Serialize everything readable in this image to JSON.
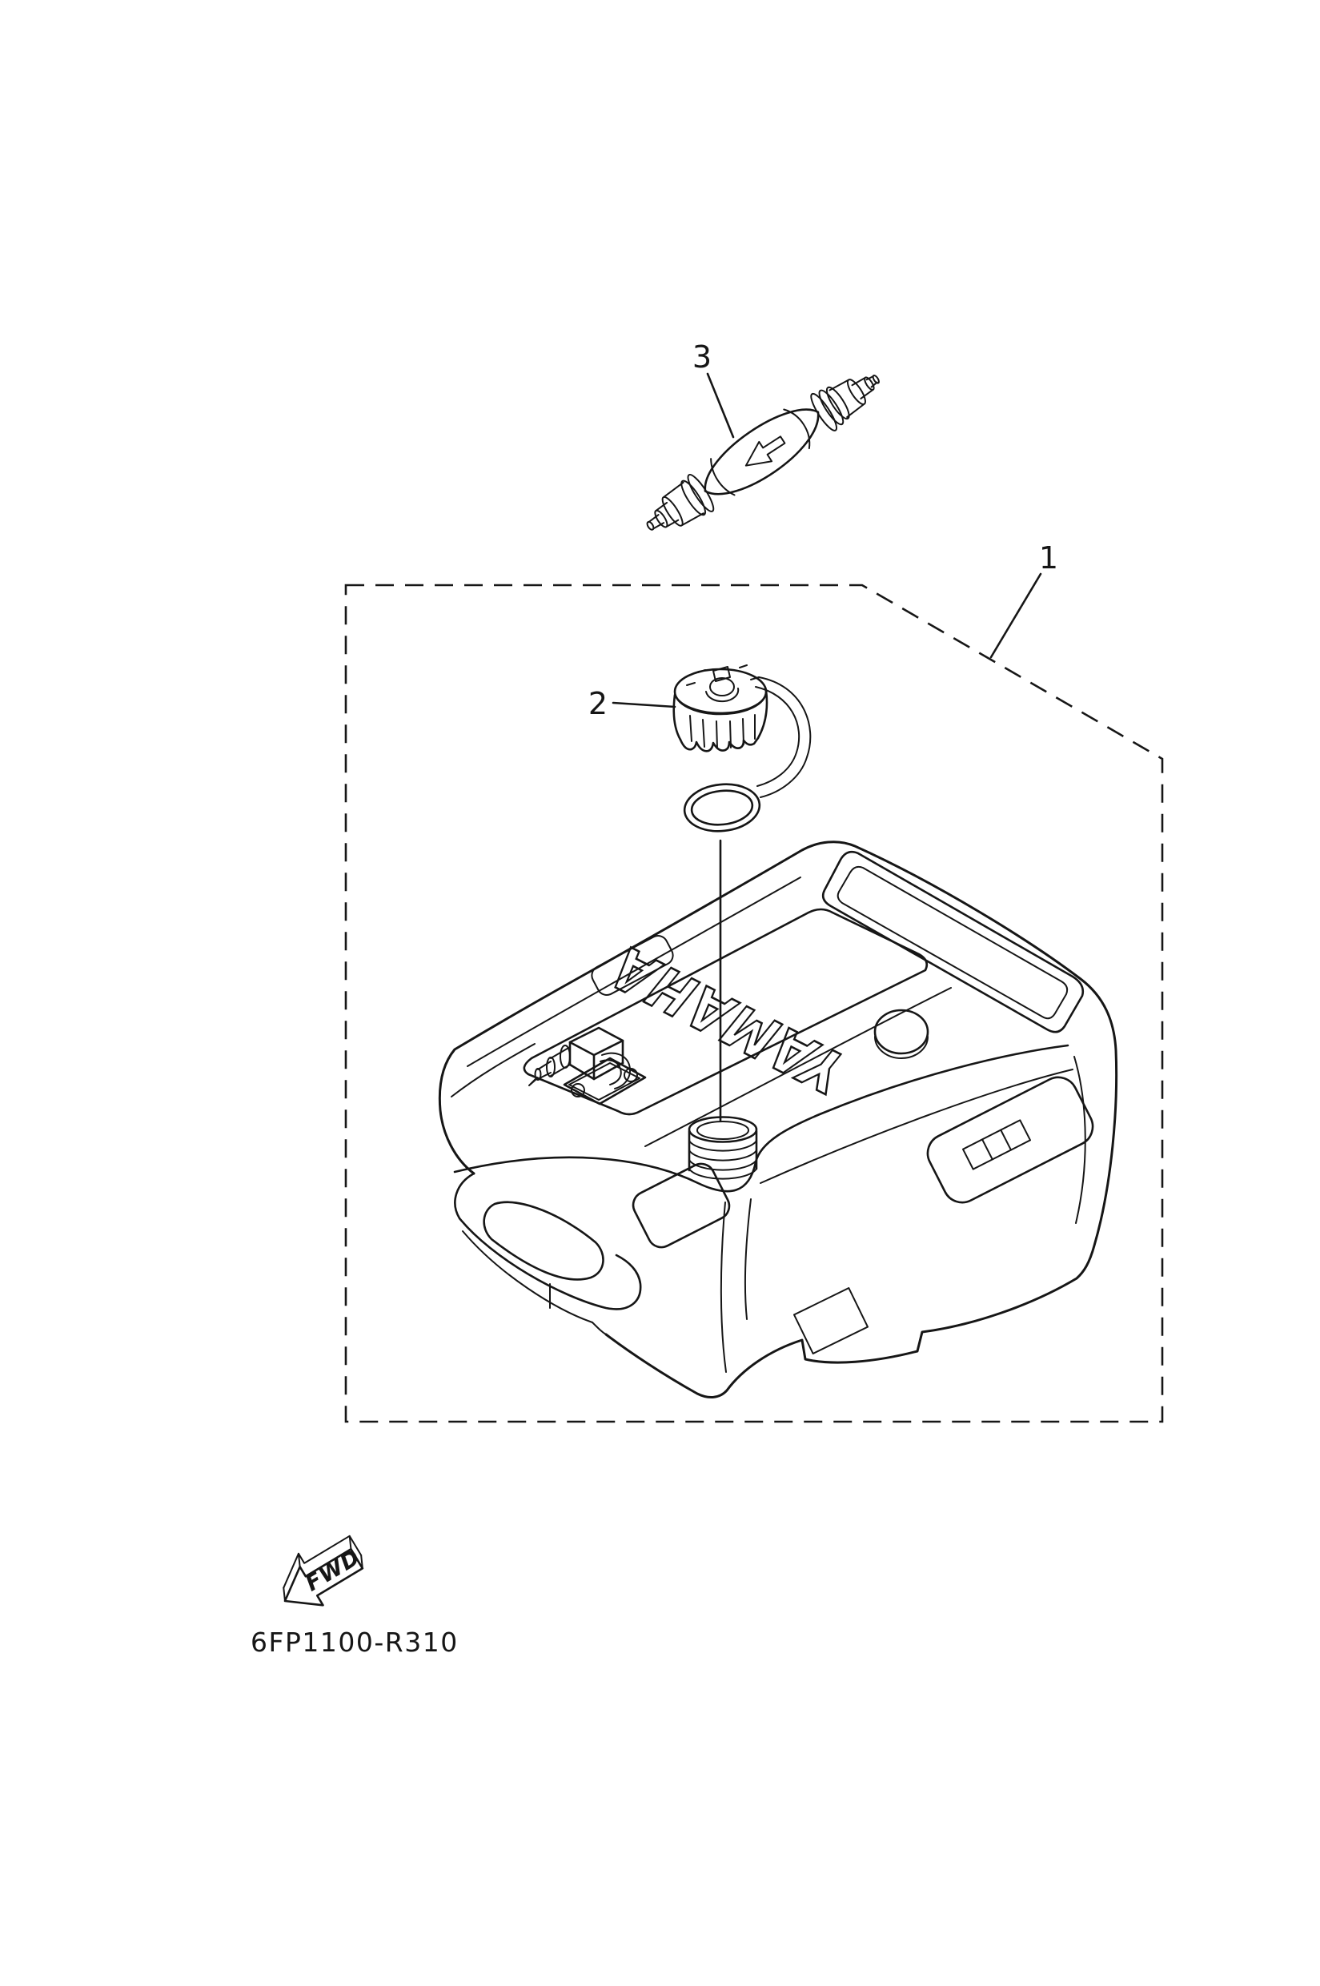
{
  "colors": {
    "background": "#ffffff",
    "ink": "#161616"
  },
  "figure": {
    "type": "exploded-parts-diagram",
    "drawing_number": "6FP1100-R310",
    "direction_label": "FWD",
    "tank_brand_text": "YAMAHA",
    "callouts": [
      {
        "number": "1"
      },
      {
        "number": "2"
      },
      {
        "number": "3"
      }
    ]
  }
}
